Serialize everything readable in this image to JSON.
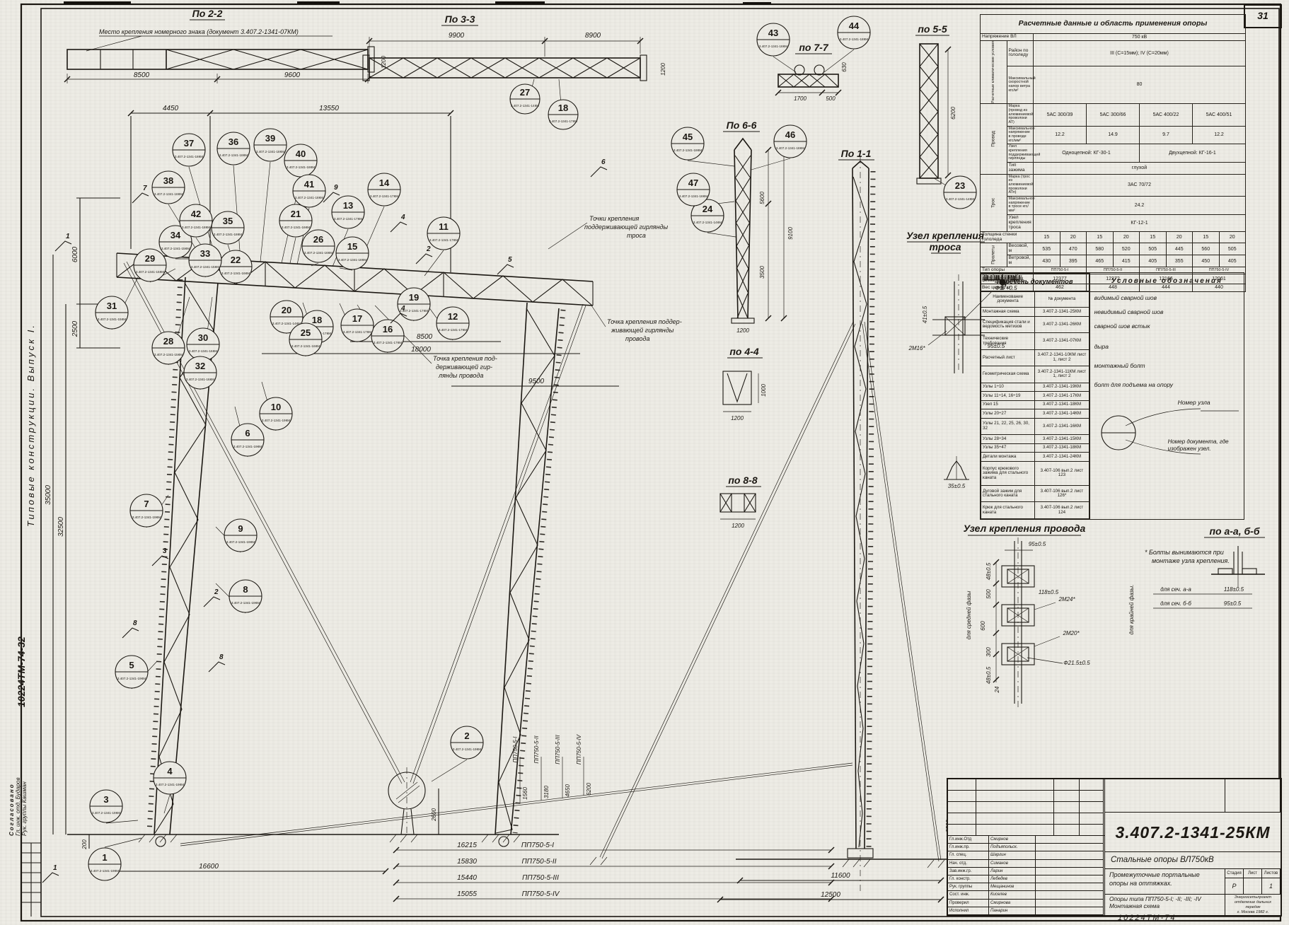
{
  "page": {
    "number": "31"
  },
  "left_strip": {
    "series": "Типовые конструкции. Выпуск I.",
    "inventory": "10224ТМ-74-32",
    "approved_title": "Согласовано",
    "approved": [
      {
        "role": "Гл. инж. отд.",
        "name": "Бударов"
      },
      {
        "role": "Рук. группы",
        "name": "Кашман"
      }
    ]
  },
  "sections": {
    "po22": "По 2-2",
    "po33": "По 3-3",
    "po77": "по 7-7",
    "po55": "по 5-5",
    "po66": "По 6-6",
    "po11": "По 1-1",
    "po44": "по 4-4",
    "po88": "по 8-8",
    "uzel_trosa_1": "Узел крепления",
    "uzel_trosa_2": "троса",
    "uzel_provoda": "Узел крепления провода",
    "po_ab": "по а-а, б-б"
  },
  "ann": {
    "nameplate": "Место крепления номерного знака (документ 3.407.2-1341-07КМ)",
    "trosa1": "Точки крепления",
    "trosa2": "поддерживающей гирлянды",
    "trosa3": "троса",
    "provA1": "Точка крепления поддер-",
    "provA2": "живающей гирлянды",
    "provA3": "провода",
    "provB1": "Точка крепления под-",
    "provB2": "держивающей гир-",
    "provB3": "лянды провода"
  },
  "dims": {
    "po22_a": "8500",
    "po22_b": "9600",
    "po22_end": "1200",
    "po33_a": "9900",
    "po33_b": "8900",
    "po33_end": "1200",
    "arm_a": "4450",
    "arm_b": "13550",
    "v6000": "6000",
    "v2500": "2500",
    "v35000": "35000",
    "v32500": "32500",
    "v200": "200",
    "v2600": "2600",
    "span_a": "8500",
    "span_b": "18000",
    "span_c": "9500",
    "po66_a": "5600",
    "po66_b": "3500",
    "po66_c": "9100",
    "po66_w": "1200",
    "po55_h": "6200",
    "po77_a": "1700",
    "po77_b": "500",
    "po77_h": "630",
    "po44_w": "1200",
    "po44_h": "1000",
    "po88_w": "1200",
    "base16600": "16600",
    "side11600": "11600",
    "side12500": "12500",
    "side2500": "2500",
    "variants": [
      {
        "len": "16215",
        "type": "ПП750-5-I"
      },
      {
        "len": "15830",
        "type": "ПП750-5-II"
      },
      {
        "len": "15440",
        "type": "ПП750-5-III"
      },
      {
        "len": "15055",
        "type": "ПП750-5-IV"
      }
    ],
    "anchor_offsets": [
      {
        "off": "1560",
        "type": "ПП750-5-I"
      },
      {
        "off": "3180",
        "type": "ПП750-5-II"
      },
      {
        "off": "4650",
        "type": "ПП750-5-III"
      },
      {
        "off": "6200",
        "type": "ПП750-5-IV"
      }
    ]
  },
  "secmarks": [
    "1",
    "7",
    "9",
    "4",
    "2",
    "5",
    "6",
    "3",
    "2",
    "8",
    "8",
    "1",
    "4"
  ],
  "nodes": [
    {
      "n": "1",
      "d": "3.407.2-1341-19КМ"
    },
    {
      "n": "2",
      "d": "3.407.2-1341-19КМ"
    },
    {
      "n": "3",
      "d": "3.407.2-1341-19КМ"
    },
    {
      "n": "4",
      "d": "3.407.2-1341-19КМ"
    },
    {
      "n": "5",
      "d": "3.407.2-1341-19КМ"
    },
    {
      "n": "6",
      "d": "3.407.2-1341-19КМ"
    },
    {
      "n": "7",
      "d": "3.407.2-1341-19КМ"
    },
    {
      "n": "8",
      "d": "3.407.2-1341-19КМ"
    },
    {
      "n": "9",
      "d": "3.407.2-1341-19КМ"
    },
    {
      "n": "10",
      "d": "3.407.2-1341-19КМ"
    },
    {
      "n": "11",
      "d": "3.407.2-1341-17КМ"
    },
    {
      "n": "12",
      "d": "3.407.2-1341-17КМ"
    },
    {
      "n": "13",
      "d": "3.407.2-1341-17КМ"
    },
    {
      "n": "14",
      "d": "3.407.2-1341-17КМ"
    },
    {
      "n": "15",
      "d": "3.407.2-1341-18КМ"
    },
    {
      "n": "16",
      "d": "3.407.2-1341-17КМ"
    },
    {
      "n": "17",
      "d": "3.407.2-1341-17КМ"
    },
    {
      "n": "18",
      "d": "3.407.2-1341-17КМ"
    },
    {
      "n": "19",
      "d": "3.407.2-1341-17КМ"
    },
    {
      "n": "20",
      "d": "3.407.2-1341-14КМ"
    },
    {
      "n": "21",
      "d": "3.407.2-1341-16КМ"
    },
    {
      "n": "22",
      "d": "3.407.2-1341-16КМ"
    },
    {
      "n": "23",
      "d": "3.407.2-1341-14КМ"
    },
    {
      "n": "24",
      "d": "3.407.2-1341-14КМ"
    },
    {
      "n": "25",
      "d": "3.407.2-1341-16КМ"
    },
    {
      "n": "26",
      "d": "3.407.2-1341-16КМ"
    },
    {
      "n": "27",
      "d": "3.407.2-1341-14КМ"
    },
    {
      "n": "28",
      "d": "3.407.2-1341-15КМ"
    },
    {
      "n": "29",
      "d": "3.407.2-1341-15КМ"
    },
    {
      "n": "30",
      "d": "3.407.2-1341-16КМ"
    },
    {
      "n": "31",
      "d": "3.407.2-1341-15КМ"
    },
    {
      "n": "32",
      "d": "3.407.2-1341-16КМ"
    },
    {
      "n": "33",
      "d": "3.407.2-1341-15КМ"
    },
    {
      "n": "34",
      "d": "3.407.2-1341-15КМ"
    },
    {
      "n": "35",
      "d": "3.407.2-1341-18КМ"
    },
    {
      "n": "36",
      "d": "3.407.2-1341-18КМ"
    },
    {
      "n": "37",
      "d": "3.407.2-1341-18КМ"
    },
    {
      "n": "38",
      "d": "3.407.2-1341-18КМ"
    },
    {
      "n": "39",
      "d": "3.407.2-1341-18КМ"
    },
    {
      "n": "40",
      "d": "3.407.2-1341-18КМ"
    },
    {
      "n": "41",
      "d": "3.407.2-1341-18КМ"
    },
    {
      "n": "42",
      "d": "3.407.2-1341-18КМ"
    },
    {
      "n": "43",
      "d": "3.407.2-1341-18КМ"
    },
    {
      "n": "44",
      "d": "3.407.2-1341-18КМ"
    },
    {
      "n": "45",
      "d": "3.407.2-1341-18КМ"
    },
    {
      "n": "46",
      "d": "3.407.2-1341-18КМ"
    },
    {
      "n": "47",
      "d": "3.407.2-1341-18КМ"
    },
    {
      "n": "18",
      "d": "3.407.2-1341-17КМ"
    }
  ],
  "uzel_trosa": {
    "phi": "Ф17+0.5",
    "bolt": "2М16*",
    "w": "95±0.5",
    "h": "41±0.5"
  },
  "uzel_provoda": {
    "top": "95±0.5",
    "d48a": "48±0.5",
    "d24a": "24",
    "d500": "500",
    "d600": "600",
    "d300": "300",
    "d48b": "48±0.5",
    "d24b": "24",
    "w118": "118±0.5",
    "b24": "2М24*",
    "b20": "2М20*",
    "phi": "Ф21.5±0.5",
    "mid": "для средней фазы",
    "outer": "для крайней фазы.",
    "secA": "для сеч. а-а",
    "secAv": "118±0.5",
    "secB": "для сеч. б-б",
    "secBv": "95±0.5",
    "note1": "* Болты вынимаются при",
    "note2": "монтаже узла крепления.",
    "bracket": "35±0.5"
  },
  "calc_table": {
    "title": "Расчетные данные и область применения опоры",
    "voltage_label": "Напряжение ВЛ",
    "voltage": "750 кВ",
    "climate_group": "Расчетные климатические условия",
    "ice_label": "Район по гололеду",
    "ice": "III (С=15мм);  IV (С=20мм)",
    "wind_label": "Максимальный скоростной напор ветра кгс/м²",
    "wind": "80",
    "wire_group": "Провод",
    "wire_mark_label": "Марка (провод из алюминиевой проволоки АТ)",
    "wire_marks": [
      "5АС 300/39",
      "5АС 300/66",
      "5АС 400/22",
      "5АС 400/51"
    ],
    "wire_stress_label": "Максимальное напряжение в проводе кгс/мм²",
    "wire_stress": [
      "12.2",
      "14.9",
      "9.7",
      "12.2"
    ],
    "susp_label": "Узел крепления поддерживающей гирлянды",
    "susp_single": "Одноцепной: КГ-30-1",
    "susp_double": "Двухцепной: КГ-16-1",
    "clamp_label": "Тип зажима",
    "clamp": "глухой",
    "cable_group": "Трос",
    "cable_mark_label": "Марка (трос из алюминиевой проволоки АТп)",
    "cable_mark": "3АС 70/72",
    "cable_stress_label": "Максимальное напряжение в тросе кгс/мм²",
    "cable_stress": "24.2",
    "cable_node_label": "Узел крепления троса",
    "cable_node": "КГ-12-1",
    "ice_wall_label": "Толщина стенки гололеда",
    "ice_wall": [
      "15",
      "20",
      "15",
      "20",
      "15",
      "20",
      "15",
      "20"
    ],
    "span_group": "Пролеты",
    "span_weight_label": "Весовой, м",
    "span_weight": [
      "535",
      "470",
      "580",
      "520",
      "505",
      "445",
      "560",
      "505"
    ],
    "span_wind_label": "Ветровой, м",
    "span_wind": [
      "430",
      "395",
      "465",
      "415",
      "405",
      "355",
      "450",
      "405"
    ],
    "type_label": "Тип опоры",
    "types": [
      "ПП750-5-I",
      "ПП750-5-II",
      "ПП750-5-III",
      "ПП750-5-IV"
    ],
    "weight_label": "Общий вес опоры (без цинкового покрытия), кг",
    "weights": [
      "12377",
      "12272",
      "12166",
      "12061"
    ],
    "zinc_label": "Вес цинка, кг",
    "zinc": [
      "462",
      "448",
      "444",
      "440"
    ]
  },
  "docs_table": {
    "title": "Перечень документов",
    "col1": "Наименование документа",
    "col2": "№ документа",
    "rows": [
      {
        "name": "Монтажная схема",
        "num": "3.407.2-1341-25КМ"
      },
      {
        "name": "Спецификация стали и ведомость метизов",
        "num": "3.407.2-1341-26КМ"
      },
      {
        "name": "Технические требования",
        "num": "3.407.2-1341-07КМ"
      },
      {
        "name": "Расчетный лист",
        "num": "3.407.2-1341-10КМ лист 1, лист 2"
      },
      {
        "name": "Геометрическая схема",
        "num": "3.407.2-1341-11КМ лист 1, лист 2"
      },
      {
        "name": "Узлы 1÷10",
        "num": "3.407.2-1341-19КМ"
      },
      {
        "name": "Узлы 11÷14, 16÷19",
        "num": "3.407.2-1341-17КМ"
      },
      {
        "name": "Узел 15",
        "num": "3.407.2-1341-18КМ"
      },
      {
        "name": "Узлы 20÷27",
        "num": "3.407.2-1341-14КМ"
      },
      {
        "name": "Узлы 21, 22, 25, 26, 30, 32",
        "num": "3.407.2-1341-16КМ"
      },
      {
        "name": "Узлы 28÷34",
        "num": "3.407.2-1341-15КМ"
      },
      {
        "name": "Узлы 35÷47",
        "num": "3.407.2-1341-18КМ"
      },
      {
        "name": "Детали монтажа",
        "num": "3.407.2-1341-24КМ"
      },
      {
        "name": "Корпус крюкового зажима для стального каната",
        "num": "3.407-106 вып.2 лист 123"
      },
      {
        "name": "Дуговой зажим для стального каната",
        "num": "3.407-106 вып.2 лист 126*"
      },
      {
        "name": "Крюк для стального каната",
        "num": "3.407-106 вып.2 лист 124"
      }
    ]
  },
  "legend": {
    "title": "Условные обозначения",
    "items": [
      {
        "label": "видимый сварной шов"
      },
      {
        "label": "невидимый сварной шов"
      },
      {
        "label": "сварной шов встык"
      },
      {
        "label": "дыра"
      },
      {
        "label": "монтажный болт"
      },
      {
        "label": "болт для подъема на опору"
      }
    ],
    "node_label": "Номер узла",
    "node_doc_label": "Номер документа, где изображен узел."
  },
  "title_block": {
    "code": "3.407.2-1341-25КМ",
    "name1": "Стальные опоры ВЛ750кВ",
    "name2": "Промежуточные портальные",
    "name2b": "опоры на оттяжках.",
    "name3": "Опоры типа ПП750-5-I; -II; -III; -IV",
    "name4": "Монтажная схема",
    "stage_label": "Стадия",
    "sheet_label": "Лист",
    "sheets_label": "Листов",
    "stage": "Р",
    "sheet": "",
    "sheets": "1",
    "org": [
      "Энергосетьпроект",
      "отделение дальних",
      "передач",
      "г. Москва 1982 г."
    ],
    "signatures": [
      {
        "role": "Гл.инж.Отд",
        "name": "Смирнов"
      },
      {
        "role": "Гл.инж.пр.",
        "name": "Подъяпольск."
      },
      {
        "role": "Гл. спец.",
        "name": "Шаргин"
      },
      {
        "role": "Нач. отд.",
        "name": "Симанов"
      },
      {
        "role": "Зав.инж.гр.",
        "name": "Ларин"
      },
      {
        "role": "Гл. констр.",
        "name": "Лебедев"
      },
      {
        "role": "Рук. группы",
        "name": "Мещанинов"
      },
      {
        "role": "Сост. инж.",
        "name": "Киселев"
      },
      {
        "role": "Проверил",
        "name": "Смирнова"
      },
      {
        "role": "Исполнил",
        "name": "Панарин"
      }
    ]
  },
  "footer_hand": "10224ТМ-74"
}
